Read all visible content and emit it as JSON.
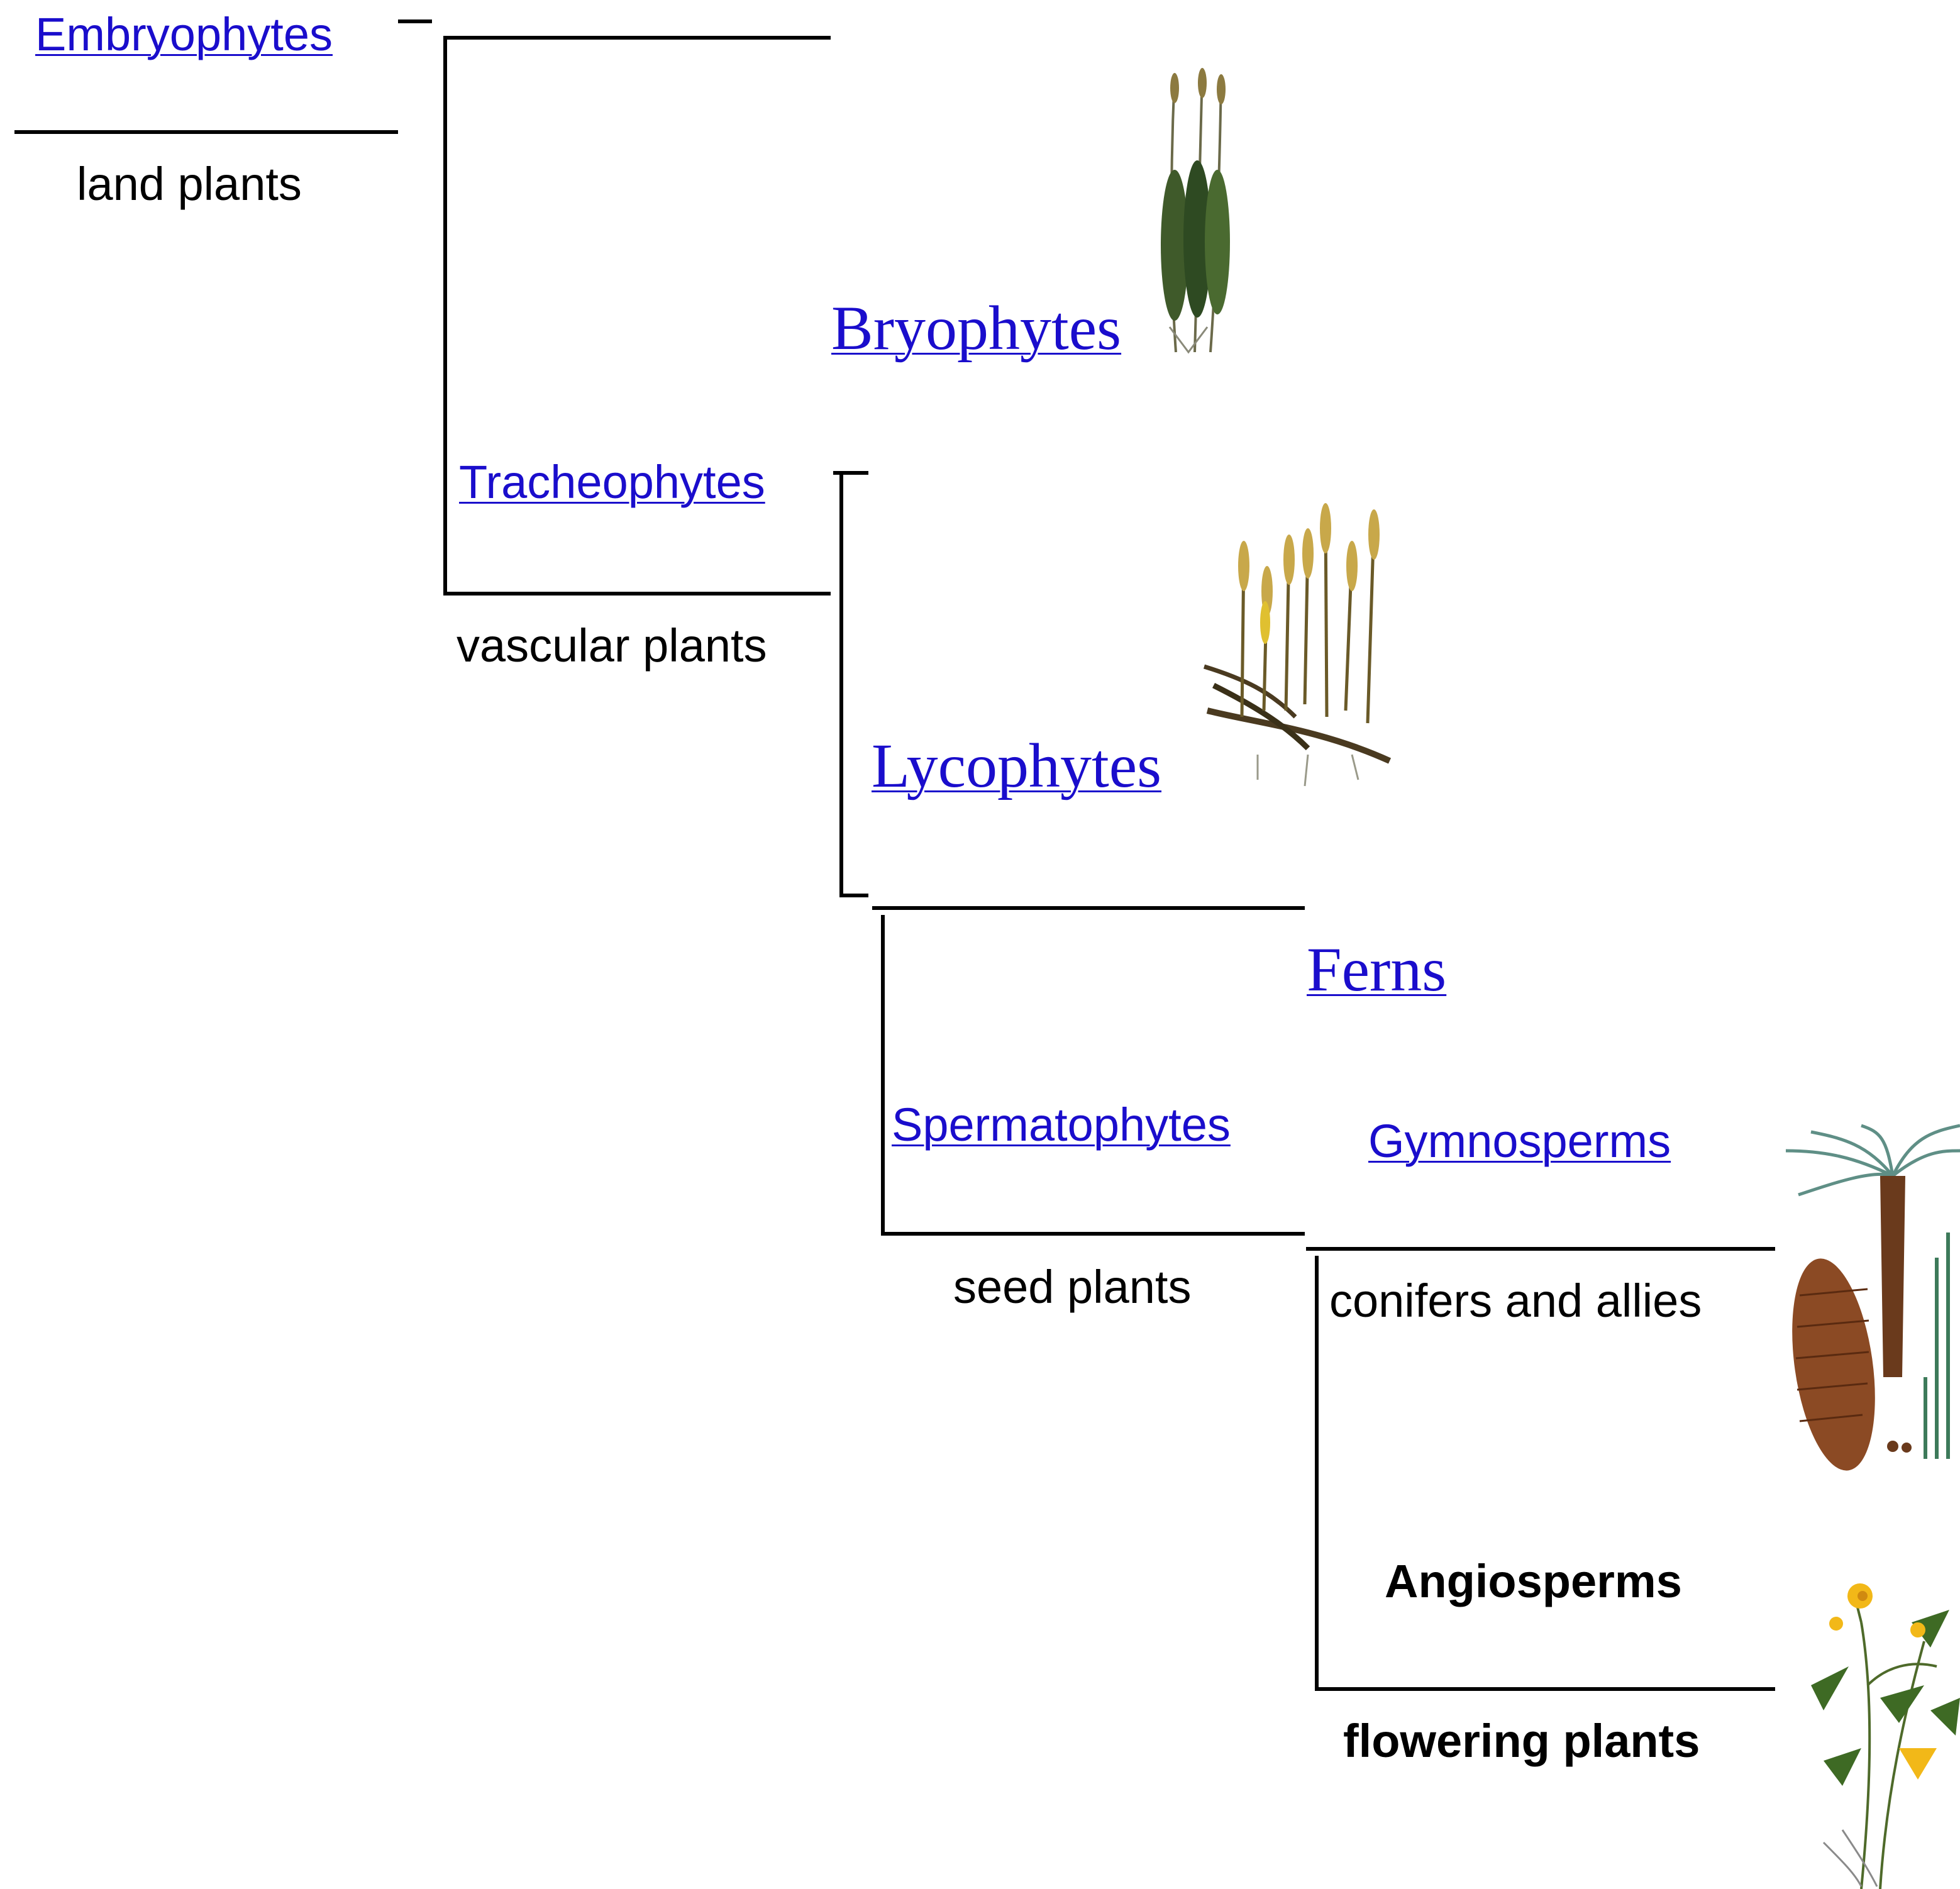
{
  "colors": {
    "link": "#1a0dcc",
    "text": "#000000",
    "line": "#000000",
    "background": "#ffffff"
  },
  "clades": {
    "embryophytes": {
      "label": "Embryophytes",
      "common_name": "land plants"
    },
    "bryophytes": {
      "label": "Bryophytes",
      "icon": "moss-illustration"
    },
    "tracheophytes": {
      "label": "Tracheophytes",
      "common_name": "vascular plants"
    },
    "lycophytes": {
      "label": "Lycophytes",
      "icon": "clubmoss-illustration"
    },
    "ferns": {
      "label": "Ferns"
    },
    "spermatophytes": {
      "label": "Spermatophytes",
      "common_name": "seed plants"
    },
    "gymnosperms": {
      "label": "Gymnosperms",
      "common_name": "conifers and allies",
      "icon": "cycad-cone-illustration"
    },
    "angiosperms": {
      "label": "Angiosperms",
      "common_name": "flowering plants",
      "icon": "buttercup-illustration"
    }
  }
}
